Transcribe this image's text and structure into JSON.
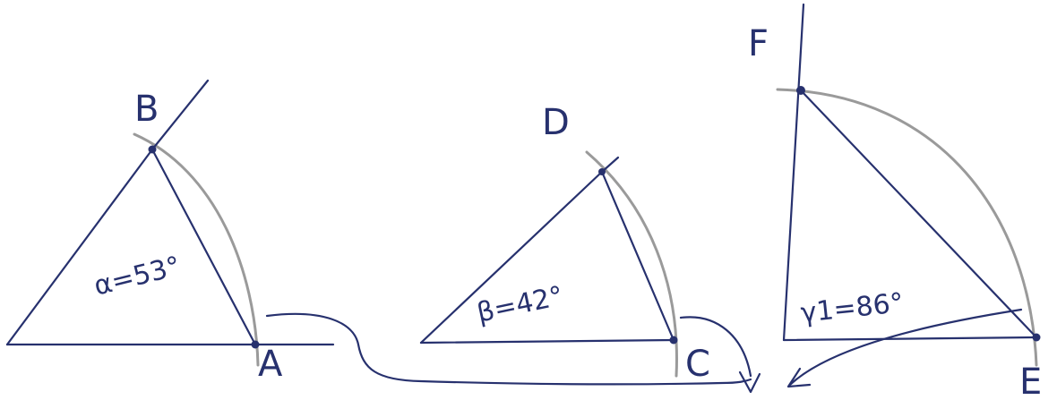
{
  "figures": [
    {
      "vertex_labels": [
        "B",
        "A"
      ],
      "angle_label": "α=53°"
    },
    {
      "vertex_labels": [
        "D",
        "C"
      ],
      "angle_label": "β=42°"
    },
    {
      "vertex_labels": [
        "F",
        "E"
      ],
      "angle_label": "γ1=86°"
    }
  ],
  "colors": {
    "ink": "#27316e",
    "compass_arc": "#9a9a9a",
    "background": "#ffffff"
  }
}
